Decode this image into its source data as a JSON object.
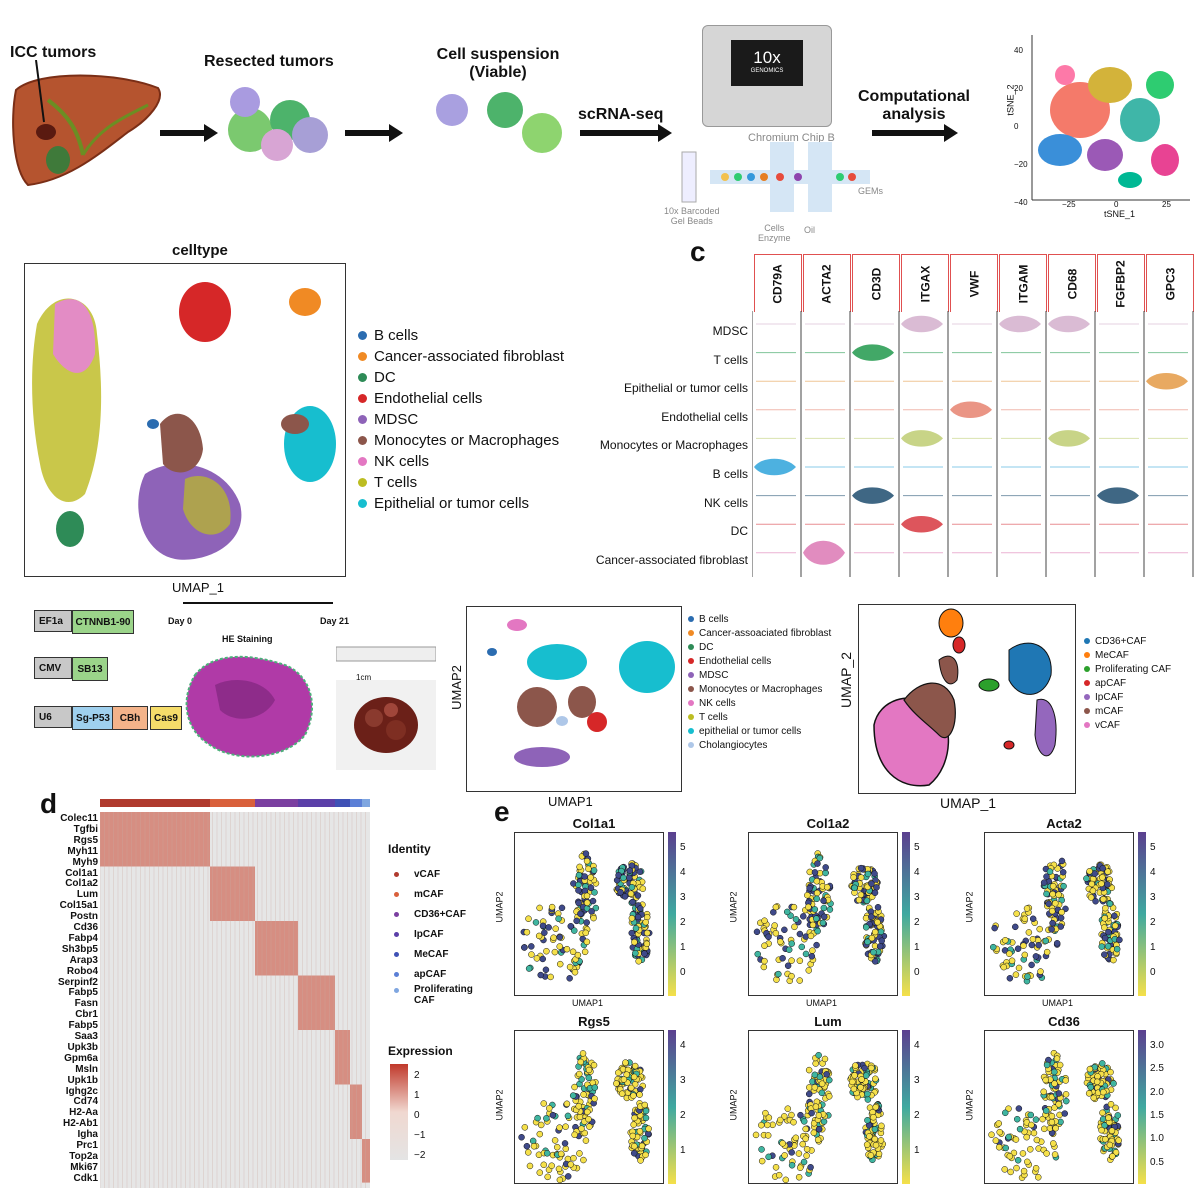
{
  "panel_a": {
    "icc_label": "ICC tumors",
    "resected_label": "Resected tumors",
    "suspension_label": "Cell suspension\n(Viable)",
    "scrna_label": "scRNA-seq",
    "computational_label": "Computational\nanalysis",
    "device_brand": "10x",
    "device_sub": "GENOMICS",
    "chip_label": "Chromium Chip B",
    "gems_label": "GEMs",
    "beads_label": "10x Barcoded\nGel Beads",
    "cells_label": "Cells\nEnzyme",
    "oil_label": "Oil",
    "tsne_ylabel": "tSNE_2",
    "tsne_xlabel": "tSNE_1",
    "tsne_yticks": [
      "40",
      "20",
      "0",
      "−20",
      "−40"
    ],
    "tsne_xticks": [
      "−25",
      "0",
      "25"
    ]
  },
  "panel_b": {
    "title": "celltype",
    "xlabel": "UMAP_1",
    "legend": [
      {
        "label": "B cells",
        "color": "#2b6cb0"
      },
      {
        "label": "Cancer-associated fibroblast",
        "color": "#f08a24"
      },
      {
        "label": "DC",
        "color": "#2e8b57"
      },
      {
        "label": "Endothelial cells",
        "color": "#d62728"
      },
      {
        "label": "MDSC",
        "color": "#8e63b8"
      },
      {
        "label": "Monocytes or Macrophages",
        "color": "#8c564b"
      },
      {
        "label": "NK cells",
        "color": "#e377c2"
      },
      {
        "label": "T cells",
        "color": "#bcbd22"
      },
      {
        "label": "Epithelial or tumor cells",
        "color": "#17becf"
      }
    ]
  },
  "panel_c": {
    "letter": "c",
    "genes": [
      "CD79A",
      "ACTA2",
      "CD3D",
      "ITGAX",
      "VWF",
      "ITGAM",
      "CD68",
      "FGFBP2",
      "GPC3"
    ],
    "rows": [
      "MDSC",
      "T cells",
      "Epithelial or tumor cells",
      "Endothelial cells",
      "Monocytes or Macrophages",
      "B cells",
      "NK cells",
      "DC",
      "Cancer-associated fibroblast"
    ]
  },
  "panel_mouse": {
    "constructs": [
      {
        "promoter": "EF1a",
        "gene": "CTNNB1-90"
      },
      {
        "promoter": "CMV",
        "gene": "SB13"
      },
      {
        "promoter": "U6",
        "gene": "Sg-P53",
        "extra1": "CBh",
        "extra2": "Cas9"
      }
    ],
    "day0": "Day 0",
    "day21": "Day 21",
    "he_label": "HE Staining",
    "ruler_label": "1cm"
  },
  "panel_mouse_umap": {
    "ylabel": "UMAP2",
    "xlabel": "UMAP1",
    "legend": [
      {
        "label": "B cells",
        "color": "#2b6cb0"
      },
      {
        "label": "Cancer-assoaciated fibroblast",
        "color": "#f08a24"
      },
      {
        "label": "DC",
        "color": "#2e8b57"
      },
      {
        "label": "Endothelial cells",
        "color": "#d62728"
      },
      {
        "label": "MDSC",
        "color": "#8e63b8"
      },
      {
        "label": "Monocytes or Macrophages",
        "color": "#8c564b"
      },
      {
        "label": "NK cells",
        "color": "#e377c2"
      },
      {
        "label": "T cells",
        "color": "#bcbd22"
      },
      {
        "label": "epithelial or tumor cells",
        "color": "#17becf"
      },
      {
        "label": "Cholangiocytes",
        "color": "#aec7e8"
      }
    ]
  },
  "panel_caf_umap": {
    "ylabel": "UMAP_2",
    "xlabel": "UMAP_1",
    "legend": [
      {
        "label": "CD36+CAF",
        "color": "#1f77b4"
      },
      {
        "label": "MeCAF",
        "color": "#ff7f0e"
      },
      {
        "label": "Proliferating CAF",
        "color": "#2ca02c"
      },
      {
        "label": "apCAF",
        "color": "#d62728"
      },
      {
        "label": "IpCAF",
        "color": "#9467bd"
      },
      {
        "label": "mCAF",
        "color": "#8c564b"
      },
      {
        "label": "vCAF",
        "color": "#e377c2"
      }
    ]
  },
  "panel_d": {
    "letter": "d",
    "genes": [
      "Colec11",
      "Tgfbi",
      "Rgs5",
      "Myh11",
      "Myh9",
      "Col1a1",
      "Col1a2",
      "Lum",
      "Col15a1",
      "Postn",
      "Cd36",
      "Fabp4",
      "Sh3bp5",
      "Arap3",
      "Robo4",
      "Serpinf2",
      "Fabp5",
      "Fasn",
      "Cbr1",
      "Fabp5",
      "Saa3",
      "Upk3b",
      "Gpm6a",
      "Msln",
      "Upk1b",
      "Ighg2c",
      "Cd74",
      "H2-Aa",
      "H2-Ab1",
      "Igha",
      "Prc1",
      "Top2a",
      "Mki67",
      "Cdk1"
    ],
    "identity_title": "Identity",
    "identity": [
      {
        "label": "vCAF",
        "color": "#b03a2e"
      },
      {
        "label": "mCAF",
        "color": "#d9603b"
      },
      {
        "label": "CD36+CAF",
        "color": "#7b3fa0"
      },
      {
        "label": "IpCAF",
        "color": "#5b3fa8"
      },
      {
        "label": "MeCAF",
        "color": "#3f51b5"
      },
      {
        "label": "apCAF",
        "color": "#5b7fd6"
      },
      {
        "label": "Proliferating\nCAF",
        "color": "#7fa6e0"
      }
    ],
    "expression_title": "Expression",
    "expression_ticks": [
      "2",
      "1",
      "0",
      "−1",
      "−2"
    ]
  },
  "panel_e": {
    "letter": "e",
    "plots": [
      {
        "title": "Col1a1",
        "ticks": [
          "5",
          "4",
          "3",
          "2",
          "1",
          "0"
        ],
        "xlabel": "UMAP1",
        "ylabel": "UMAP2"
      },
      {
        "title": "Col1a2",
        "ticks": [
          "5",
          "4",
          "3",
          "2",
          "1",
          "0"
        ],
        "xlabel": "UMAP1",
        "ylabel": "UMAP2"
      },
      {
        "title": "Acta2",
        "ticks": [
          "5",
          "4",
          "3",
          "2",
          "1",
          "0"
        ],
        "xlabel": "UMAP1",
        "ylabel": "UMAP2"
      },
      {
        "title": "Rgs5",
        "ticks": [
          "4",
          "3",
          "2",
          "1"
        ],
        "xlabel": "",
        "ylabel": "UMAP2"
      },
      {
        "title": "Lum",
        "ticks": [
          "4",
          "3",
          "2",
          "1"
        ],
        "xlabel": "",
        "ylabel": "UMAP2"
      },
      {
        "title": "Cd36",
        "ticks": [
          "3.0",
          "2.5",
          "2.0",
          "1.5",
          "1.0",
          "0.5"
        ],
        "xlabel": "",
        "ylabel": "UMAP2"
      }
    ]
  },
  "colors": {
    "accent_red": "#e05050",
    "heat_high": "#c0392b",
    "heat_low": "#e8e8e8"
  }
}
